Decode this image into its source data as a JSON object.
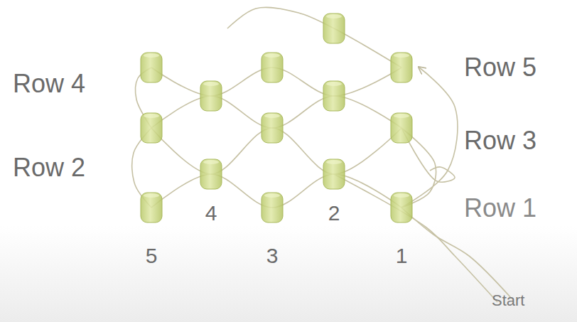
{
  "diagram": {
    "labels": [
      "Row 4",
      "Row 2",
      "Row 5",
      "Row 3",
      "Row 1",
      "4",
      "2",
      "5",
      "3",
      "1",
      "Start"
    ]
  }
}
